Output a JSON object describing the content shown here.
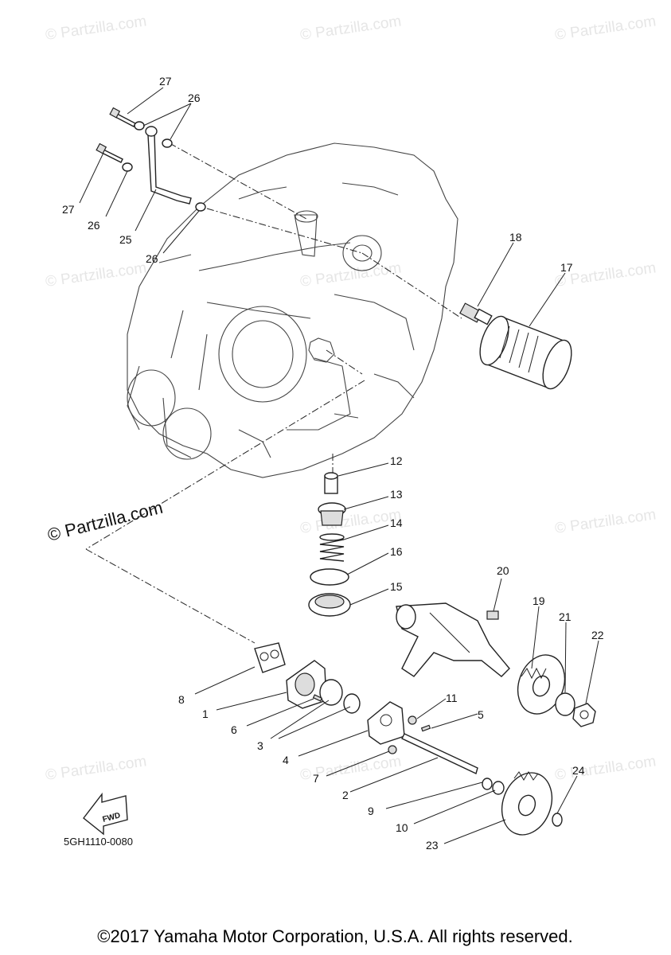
{
  "diagram": {
    "code": "5GH1110-0080",
    "copyright": "©2017 Yamaha Motor Corporation, U.S.A. All rights reserved.",
    "fwd_label": "FWD",
    "watermark": "© Partzilla.com",
    "watermark_prominent": "© Partzilla.com",
    "callouts": [
      "1",
      "2",
      "3",
      "4",
      "5",
      "6",
      "7",
      "8",
      "9",
      "10",
      "11",
      "12",
      "13",
      "14",
      "15",
      "16",
      "17",
      "18",
      "19",
      "20",
      "21",
      "22",
      "23",
      "24",
      "25",
      "26",
      "26",
      "26",
      "27",
      "27"
    ]
  }
}
